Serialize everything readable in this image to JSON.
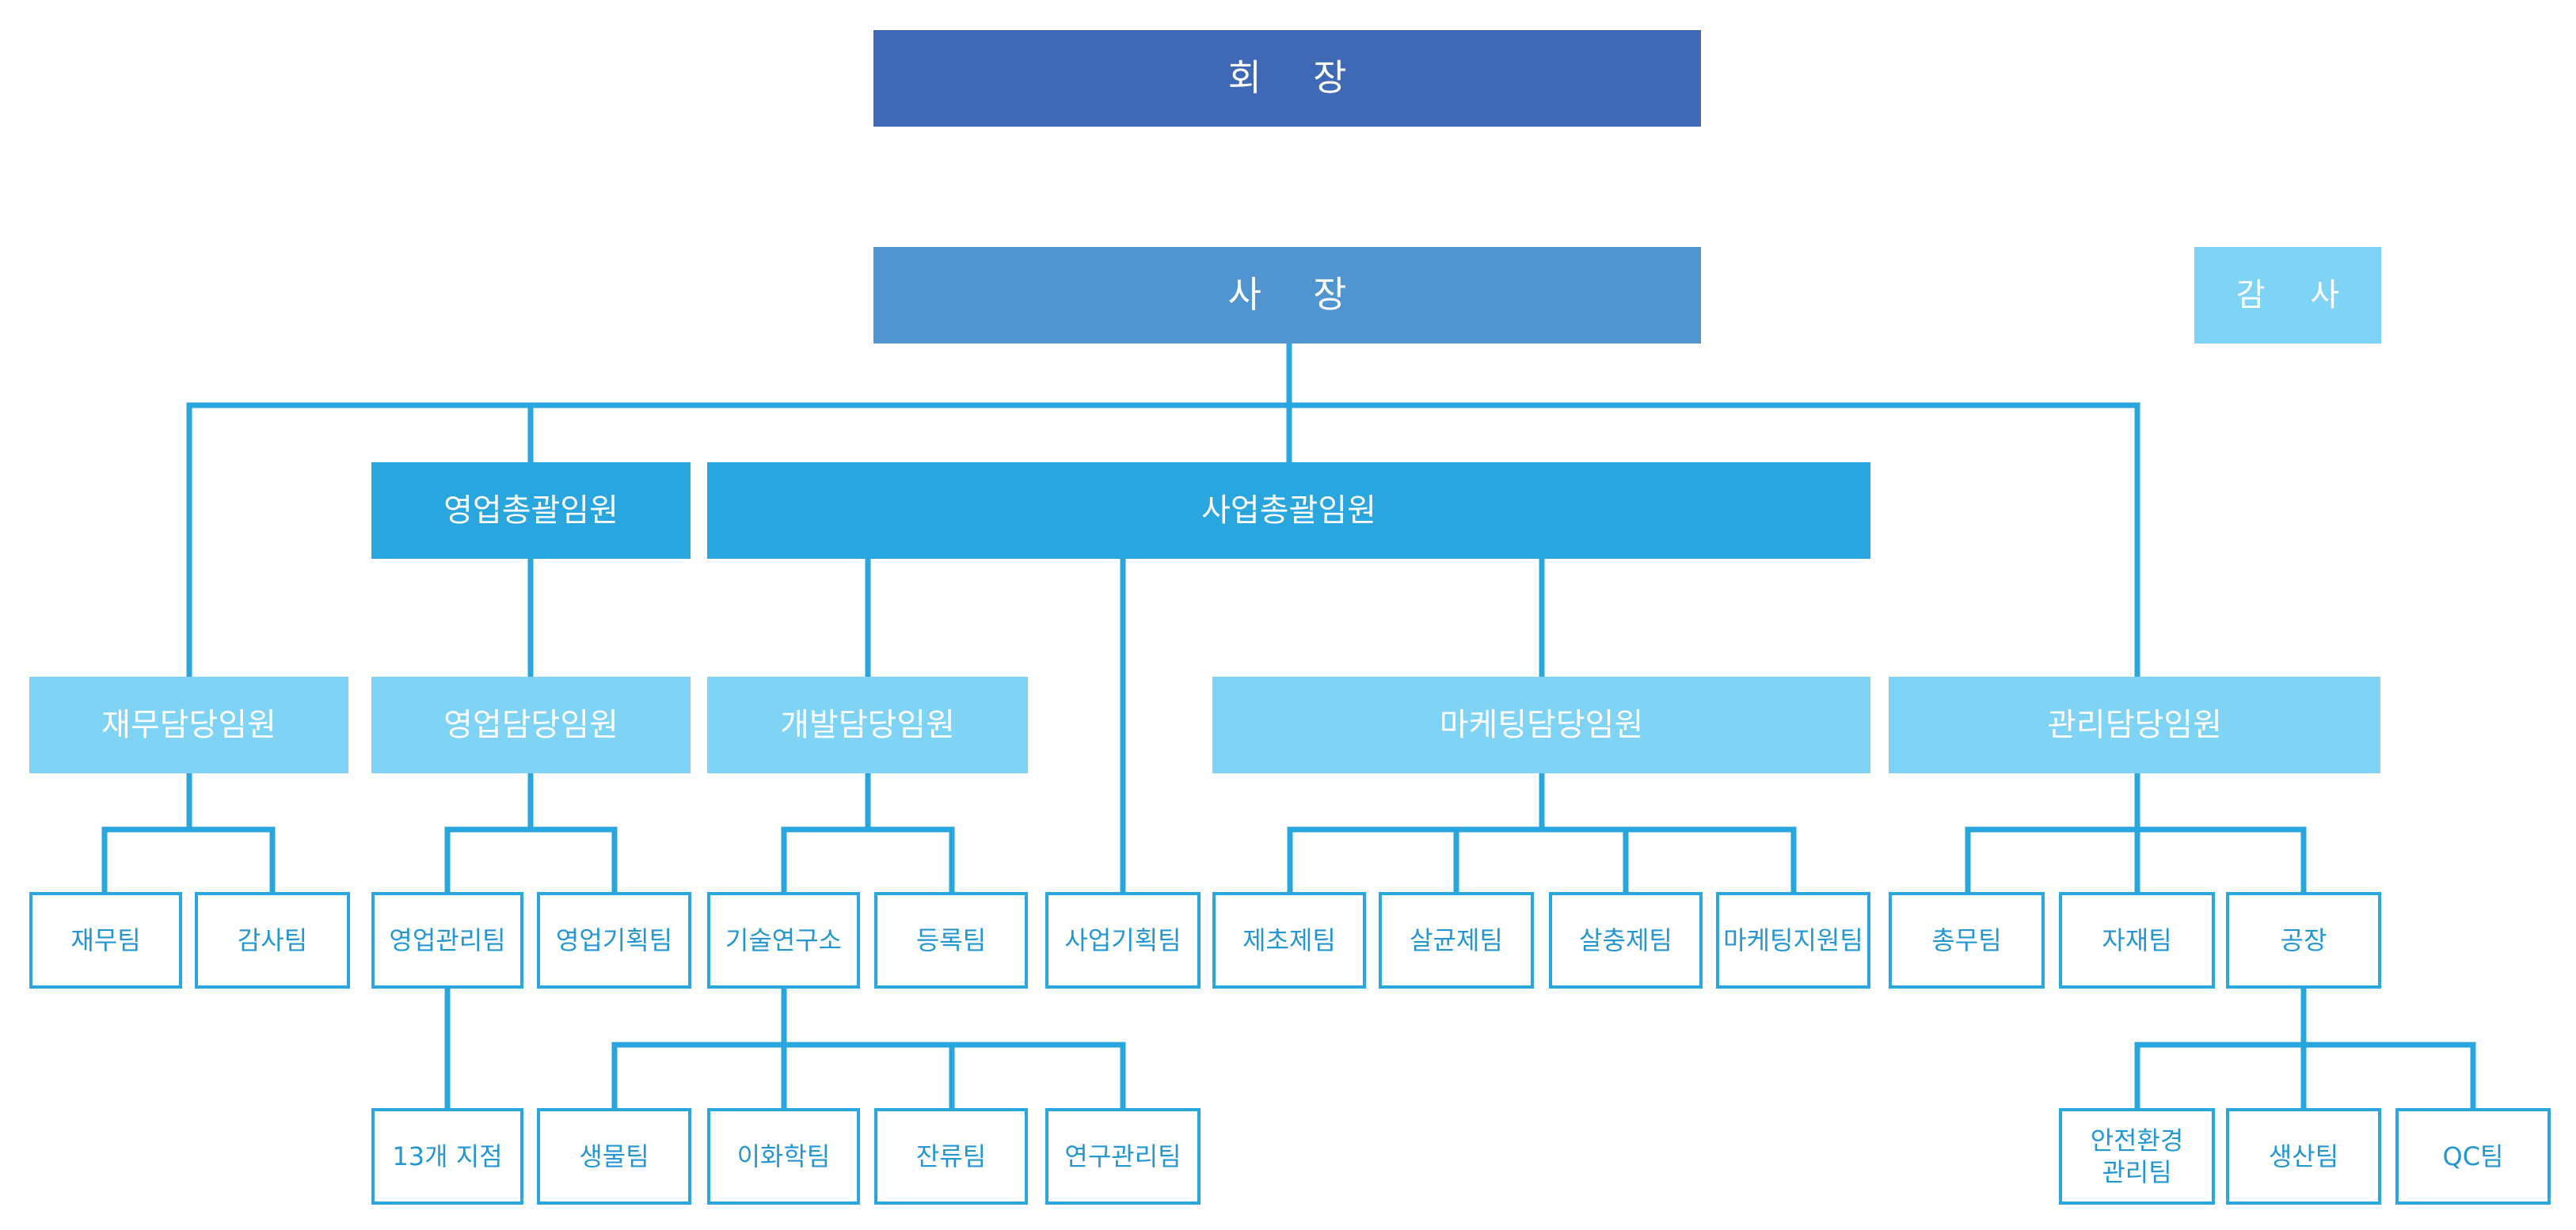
{
  "org_chart": {
    "chairman": "회 장",
    "president": "사 장",
    "auditor": "감 사",
    "executives": {
      "sales_general": "영업총괄임원",
      "business_general": "사업총괄임원"
    },
    "directors": {
      "finance": "재무담당임원",
      "sales": "영업담당임원",
      "development": "개발담당임원",
      "marketing": "마케팅담당임원",
      "management": "관리담당임원"
    },
    "teams": {
      "finance_team": "재무팀",
      "audit_team": "감사팀",
      "sales_mgmt_team": "영업관리팀",
      "sales_planning_team": "영업기획팀",
      "tech_institute": "기술연구소",
      "registration_team": "등록팀",
      "business_planning_team": "사업기획팀",
      "herbicide_team": "제초제팀",
      "fungicide_team": "살균제팀",
      "insecticide_team": "살충제팀",
      "marketing_support_team": "마케팅지원팀",
      "general_affairs_team": "총무팀",
      "materials_team": "자재팀",
      "factory": "공장"
    },
    "sub_units": {
      "branches": "13개 지점",
      "biology_team": "생물팀",
      "physchem_team": "이화학팀",
      "residue_team": "잔류팀",
      "research_mgmt_team": "연구관리팀",
      "safety_env_team": "안전환경\n관리팀",
      "production_team": "생산팀",
      "qc_team": "QC팀"
    }
  },
  "colors": {
    "chairman_fill": "#3f69b5",
    "president_fill": "#5195d0",
    "executive_fill": "#2aa6df",
    "director_fill": "#7fd3f5",
    "connector": "#2aa6df",
    "team_text": "#2496d2"
  }
}
